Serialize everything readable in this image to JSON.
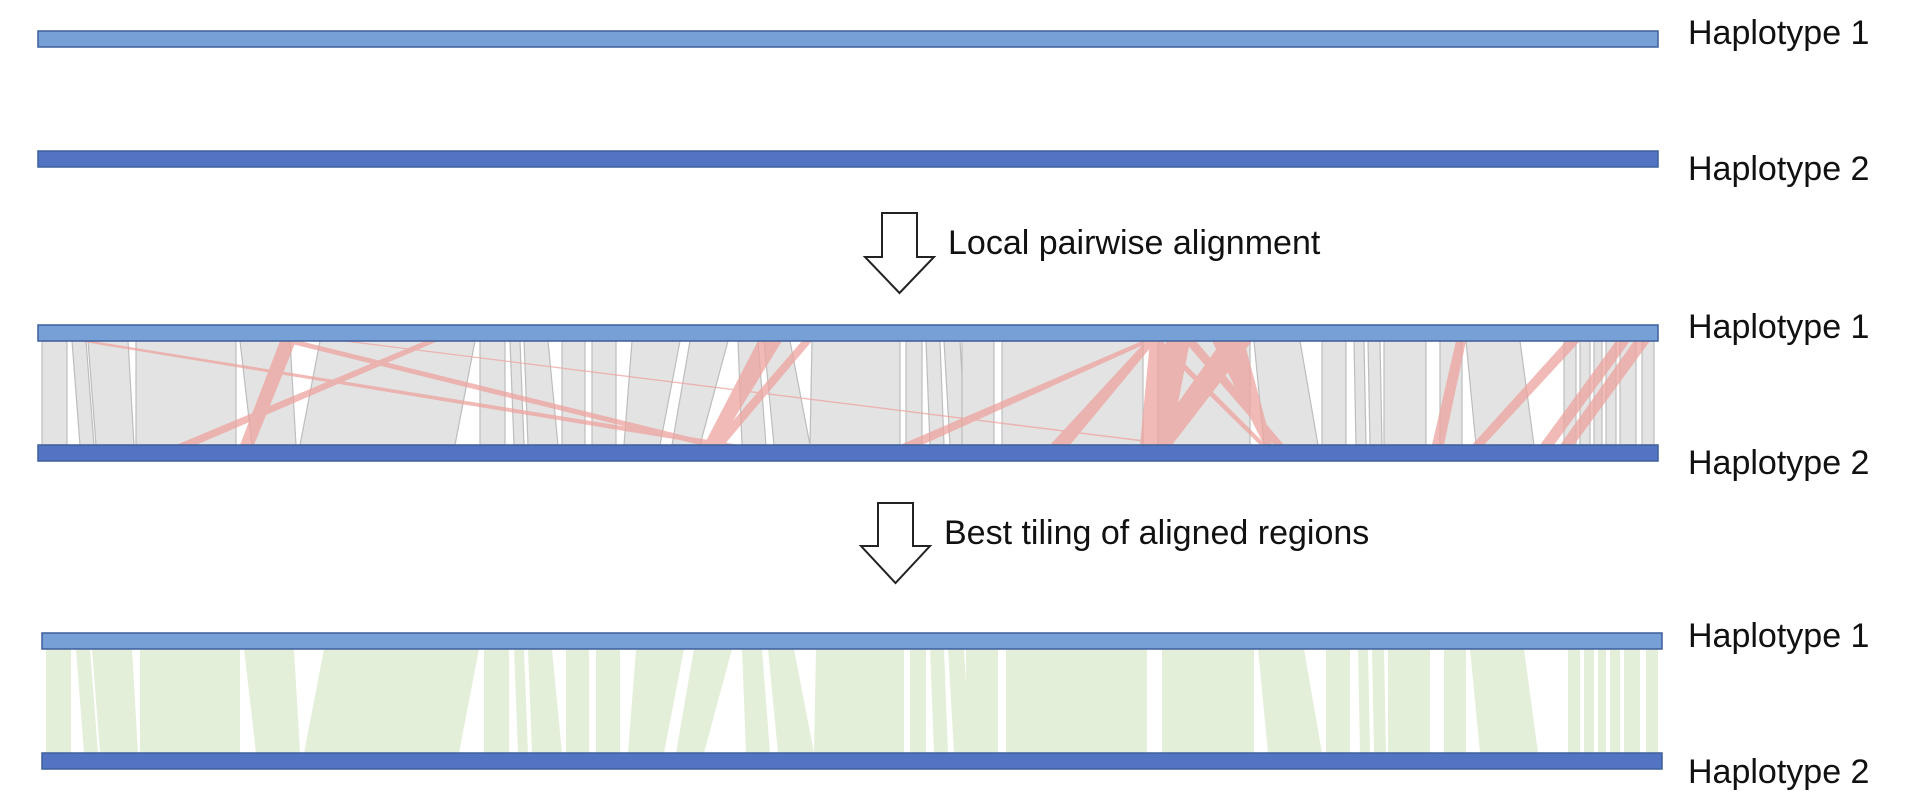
{
  "colors": {
    "haplotype_1": "#76a0d6",
    "haplotype_2": "#5274c2",
    "bar_stroke": "#3e5f9c",
    "gray_block": "#e3e3e3",
    "gray_block_stroke": "#bdbdbd",
    "red_alignment": "#eda49e",
    "green_block": "#e4efd9",
    "text": "#111111"
  },
  "labels": {
    "haplotype_1": "Haplotype 1",
    "haplotype_2": "Haplotype 2"
  },
  "steps": [
    {
      "label": "Local pairwise alignment",
      "icon": "down-arrow-icon"
    },
    {
      "label": "Best tiling of aligned regions",
      "icon": "down-arrow-icon"
    }
  ],
  "panels": [
    {
      "id": "input",
      "top_label": "Haplotype 1",
      "bottom_label": "Haplotype 2"
    },
    {
      "id": "alignment",
      "top_label": "Haplotype 1",
      "bottom_label": "Haplotype 2"
    },
    {
      "id": "tiling",
      "top_label": "Haplotype 1",
      "bottom_label": "Haplotype 2"
    }
  ]
}
